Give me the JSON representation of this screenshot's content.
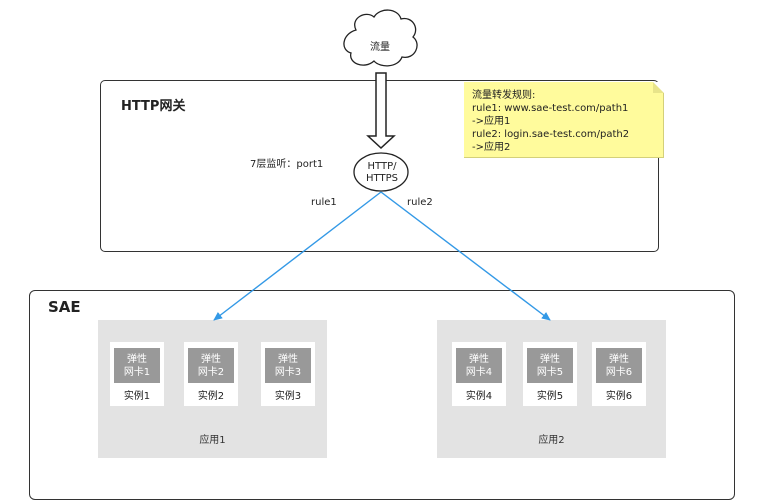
{
  "cloud": {
    "label": "流量"
  },
  "gateway": {
    "title": "HTTP网关",
    "port_label": "7层监听：port1",
    "protocol": [
      "HTTP/",
      "HTTPS"
    ],
    "rules": [
      "rule1",
      "rule2"
    ]
  },
  "note": {
    "lines": [
      "流量转发规则:",
      "rule1: www.sae-test.com/path1",
      "->应用1",
      "rule2: login.sae-test.com/path2",
      "->应用2"
    ]
  },
  "sae": {
    "title": "SAE",
    "apps": [
      {
        "label": "应用1",
        "instances": [
          {
            "nic": [
              "弹性",
              "网卡1"
            ],
            "label": "实例1"
          },
          {
            "nic": [
              "弹性",
              "网卡2"
            ],
            "label": "实例2"
          },
          {
            "nic": [
              "弹性",
              "网卡3"
            ],
            "label": "实例3"
          }
        ]
      },
      {
        "label": "应用2",
        "instances": [
          {
            "nic": [
              "弹性",
              "网卡4"
            ],
            "label": "实例4"
          },
          {
            "nic": [
              "弹性",
              "网卡5"
            ],
            "label": "实例5"
          },
          {
            "nic": [
              "弹性",
              "网卡6"
            ],
            "label": "实例6"
          }
        ]
      }
    ]
  },
  "colors": {
    "arrow": "#3399e6",
    "note": "#fffb9c",
    "app_bg": "#e3e3e3",
    "nic_bg": "#999999"
  }
}
